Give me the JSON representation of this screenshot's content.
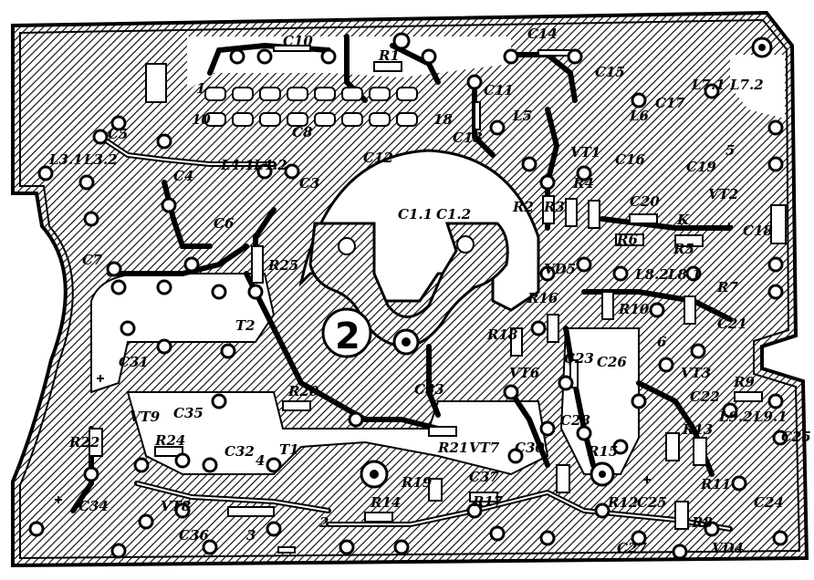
{
  "board_number": "2",
  "labels": {
    "C10": "C10",
    "C14": "C14",
    "R1": "R1",
    "C11": "C11",
    "C15": "C15",
    "L7_1": "L7.1",
    "L7_2": "L7.2",
    "C17": "C17",
    "C13": "C13",
    "L5": "L5",
    "L6": "L6",
    "C5": "C5",
    "L3_1": "L3.1",
    "L3_2": "L3.2",
    "C8": "C8",
    "C12": "C12",
    "VT1": "VT1",
    "C16": "C16",
    "C19": "C19",
    "L4_1": "L4.1",
    "L4_2": "L4.2",
    "C4": "C4",
    "C3": "C3",
    "R4": "R4",
    "C20": "C20",
    "VT2": "VT2",
    "R2": "R2",
    "R3": "R3",
    "C1_1": "C1.1",
    "C1_2": "C1.2",
    "C18": "C18",
    "C6": "C6",
    "R6": "R6",
    "R5": "R5",
    "C7": "C7",
    "R25": "R25",
    "VD5": "VD5",
    "L8_2": "L8.2",
    "L8_1": "L8.1",
    "R7": "R7",
    "R16": "R16",
    "R10": "R10",
    "T2": "T2",
    "C21": "C21",
    "R18": "R18",
    "C31": "C31",
    "VT6": "VT6",
    "C23": "C23",
    "C26": "C26",
    "VT3": "VT3",
    "R9": "R9",
    "R20": "R20",
    "C33": "C33",
    "C22": "C22",
    "C35": "C35",
    "VT9": "VT9",
    "R15": "R15",
    "C28": "C28",
    "R13": "R13",
    "L9_2": "L9.2",
    "L9_1": "L9.1",
    "R22": "R22",
    "R21": "R21",
    "VT7": "VT7",
    "C25a": "C25",
    "R24": "R24",
    "C32": "C32",
    "T1": "T1",
    "C30": "C30",
    "R19": "R19",
    "C37": "C37",
    "R17": "R17",
    "R11": "R11",
    "C34": "C34",
    "VT8": "VT8",
    "R14": "R14",
    "R12": "R12",
    "C25": "C25",
    "C24": "C24",
    "C36": "C36",
    "R8": "R8",
    "C27": "C27",
    "VD4": "VD4"
  },
  "pins": {
    "p1": "1",
    "p10": "10",
    "p18": "18",
    "p2": "2",
    "p3": "3",
    "p4": "4",
    "p5": "5",
    "p6": "6",
    "pK": "K"
  }
}
